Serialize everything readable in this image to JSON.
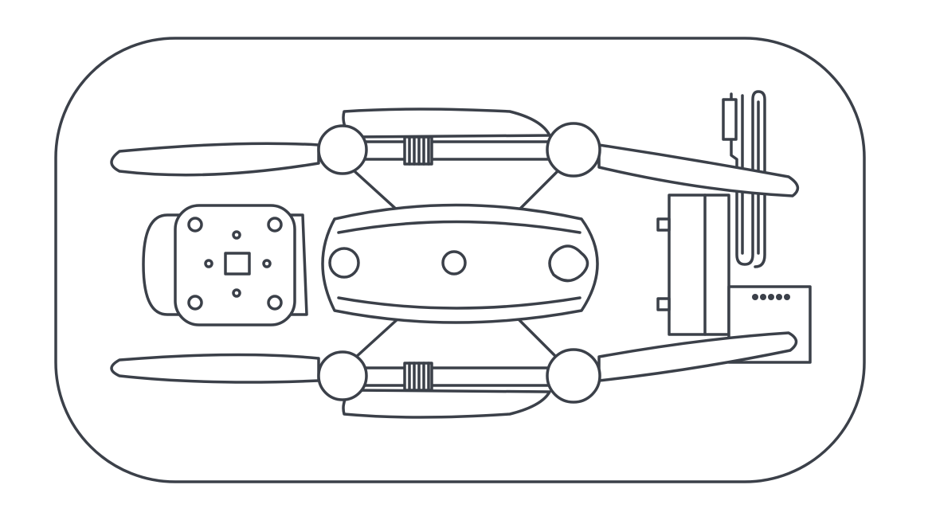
{
  "colors": {
    "line": "#3b4049",
    "background": "#ffffff"
  },
  "icons": [
    "drone-case-outline",
    "folded-drone",
    "propeller",
    "motor",
    "gimbal-camera",
    "battery",
    "cable",
    "controller-box"
  ]
}
